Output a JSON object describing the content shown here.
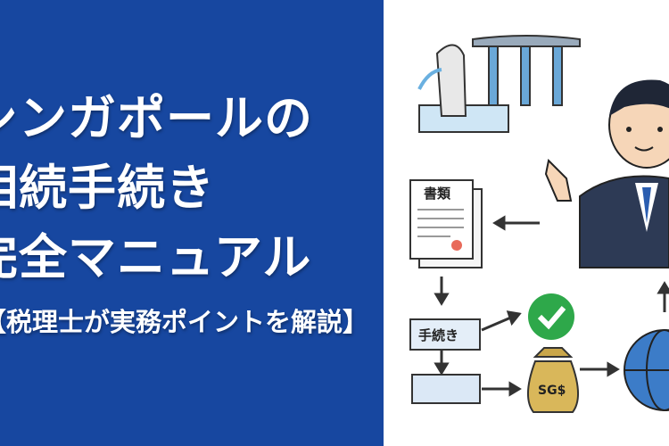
{
  "title": {
    "line1": "シンガポールの",
    "line2": "相続手続き",
    "line3": "完全マニュアル",
    "subtitle": "【税理士が実務ポイントを解説】"
  },
  "illustration": {
    "document_label": "書類",
    "procedure_label": "手続き",
    "money_label": "SG$"
  },
  "colors": {
    "panel": "#1747a0",
    "check": "#2ea84a"
  }
}
